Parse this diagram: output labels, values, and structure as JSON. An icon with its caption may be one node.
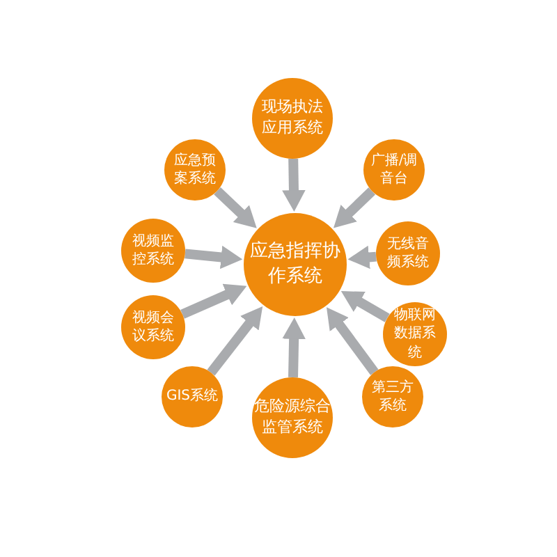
{
  "diagram": {
    "nodes": [
      {
        "text": [
          "应急指挥协作系统"
        ]
      },
      {
        "text": [
          "现场执法应用系统"
        ]
      },
      {
        "text": [
          "广播/调音台"
        ]
      },
      {
        "text": [
          "无线音频系统"
        ]
      },
      {
        "text": [
          "物联网数据系统"
        ]
      },
      {
        "text": [
          "第三方系统"
        ]
      },
      {
        "text": [
          "危险源综合监管系统"
        ]
      },
      {
        "text": [
          "GIS系统"
        ]
      },
      {
        "text": [
          "视频会议系统"
        ]
      },
      {
        "text": [
          "视频监控系统"
        ]
      },
      {
        "text": [
          "应急预案系统"
        ]
      }
    ],
    "edges": [
      {
        "from": 1,
        "to": 0,
        "arrow": "to"
      },
      {
        "from": 2,
        "to": 0,
        "arrow": "to"
      },
      {
        "from": 3,
        "to": 0,
        "arrow": "to"
      },
      {
        "from": 4,
        "to": 0,
        "arrow": "to"
      },
      {
        "from": 5,
        "to": 0,
        "arrow": "to"
      },
      {
        "from": 6,
        "to": 0,
        "arrow": "to"
      },
      {
        "from": 7,
        "to": 0,
        "arrow": "to"
      },
      {
        "from": 8,
        "to": 0,
        "arrow": "to"
      },
      {
        "from": 9,
        "to": 0,
        "arrow": "to"
      },
      {
        "from": 10,
        "to": 0,
        "arrow": "to"
      }
    ]
  }
}
